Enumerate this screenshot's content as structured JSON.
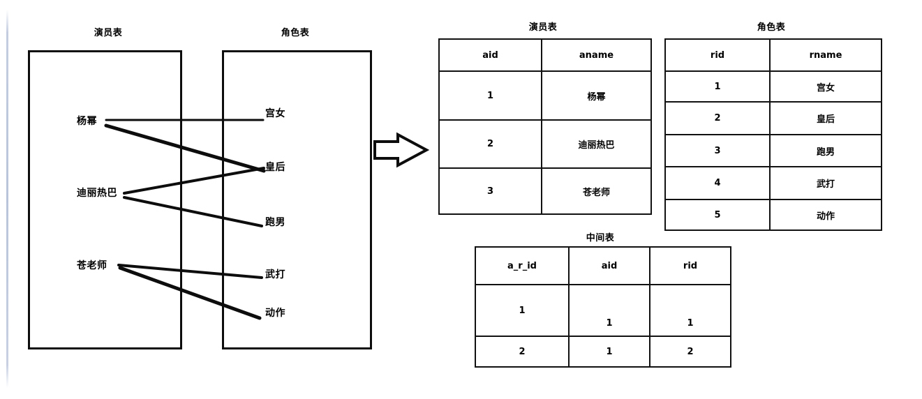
{
  "diagram": {
    "left_box_title": "演员表",
    "right_box_title": "角色表",
    "actors": [
      "杨幂",
      "迪丽热巴",
      "苍老师"
    ],
    "roles": [
      "宫女",
      "皇后",
      "跑男",
      "武打",
      "动作"
    ],
    "arrow_icon": "right-block-arrow",
    "links": [
      {
        "from": "杨幂",
        "to": "宫女"
      },
      {
        "from": "杨幂",
        "to": "皇后"
      },
      {
        "from": "迪丽热巴",
        "to": "皇后"
      },
      {
        "from": "迪丽热巴",
        "to": "跑男"
      },
      {
        "from": "苍老师",
        "to": "武打"
      },
      {
        "from": "苍老师",
        "to": "动作"
      }
    ]
  },
  "actor_table": {
    "title": "演员表",
    "headers": [
      "aid",
      "aname"
    ],
    "rows": [
      [
        "1",
        "杨幂"
      ],
      [
        "2",
        "迪丽热巴"
      ],
      [
        "3",
        "苍老师"
      ]
    ]
  },
  "role_table": {
    "title": "角色表",
    "headers": [
      "rid",
      "rname"
    ],
    "rows": [
      [
        "1",
        "宫女"
      ],
      [
        "2",
        "皇后"
      ],
      [
        "3",
        "跑男"
      ],
      [
        "4",
        "武打"
      ],
      [
        "5",
        "动作"
      ]
    ]
  },
  "join_table": {
    "title": "中间表",
    "headers": [
      "a_r_id",
      "aid",
      "rid"
    ],
    "rows": [
      [
        "1",
        "1",
        "1"
      ],
      [
        "2",
        "1",
        "2"
      ]
    ]
  },
  "colors": {
    "line": "#0d0d0d",
    "text": "#000000",
    "margin_strip": "#b9c4da",
    "background": "#ffffff"
  }
}
